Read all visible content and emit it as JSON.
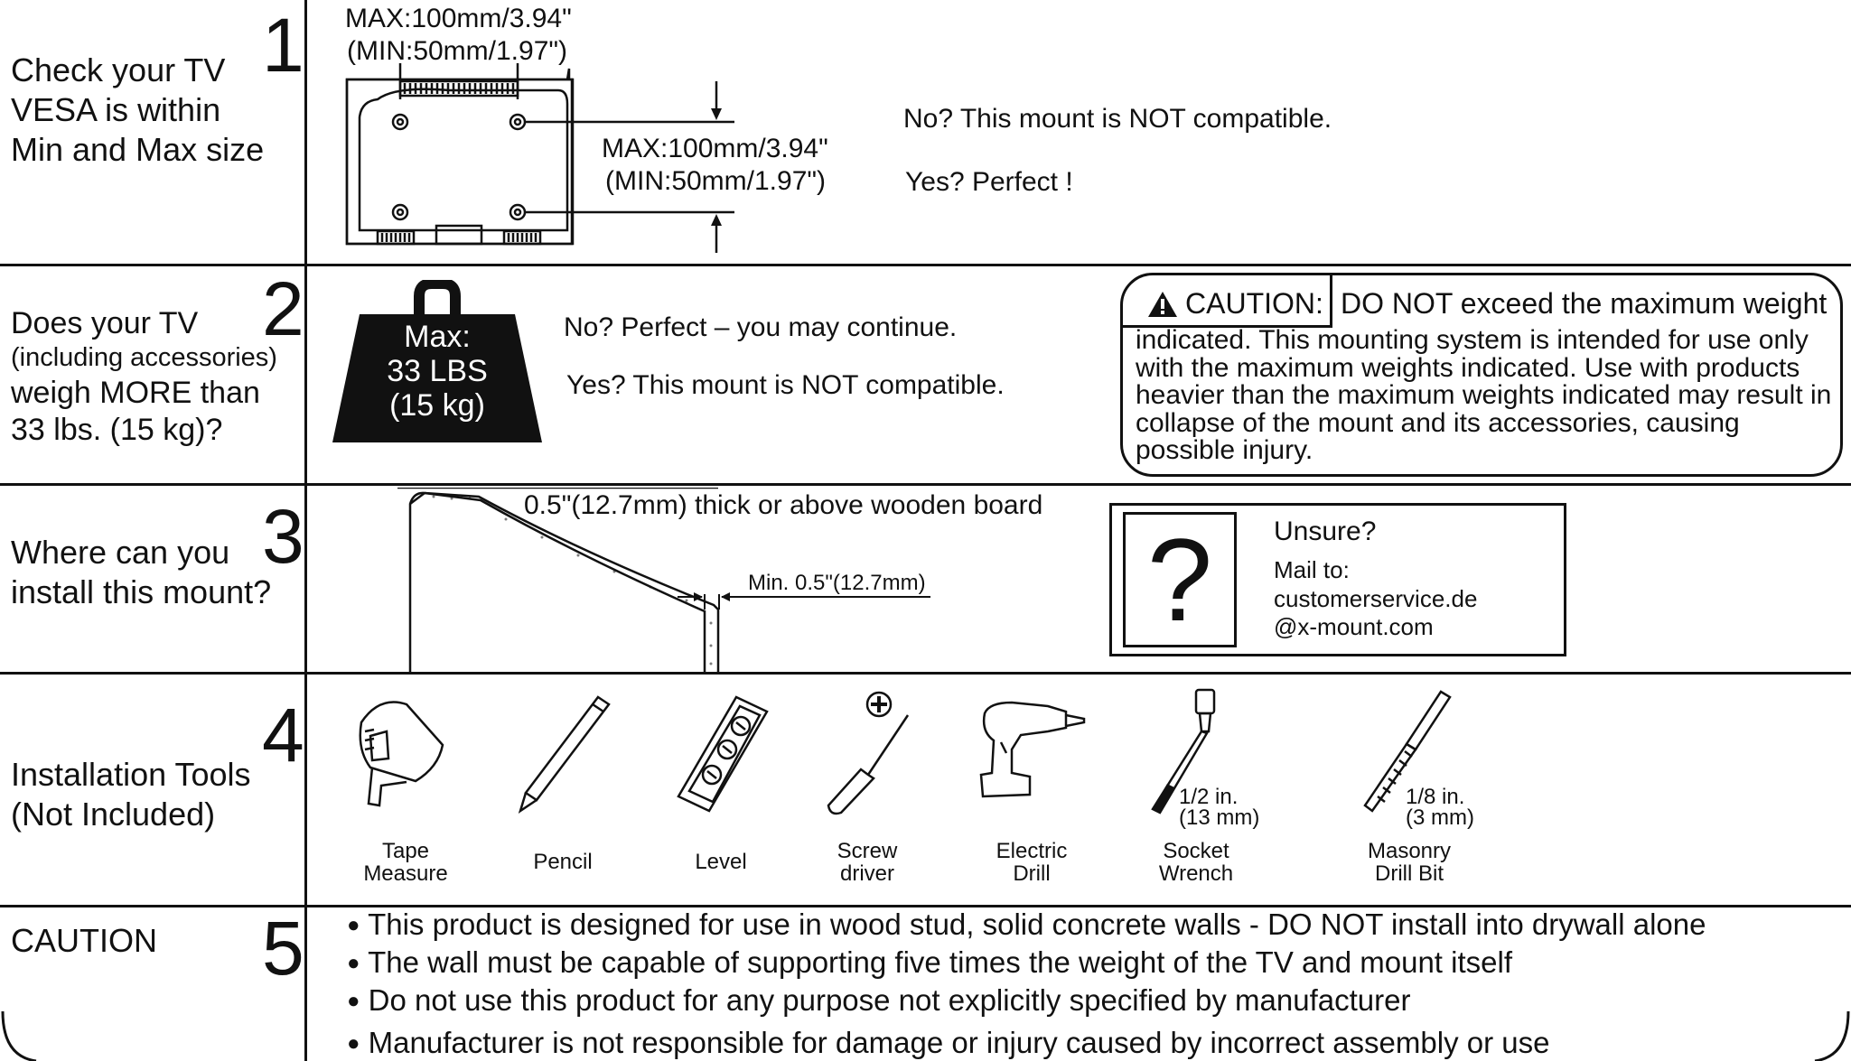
{
  "sections": [
    {
      "number": "1",
      "label_lines": [
        "Check your TV",
        "VESA is within",
        "Min and Max size"
      ]
    },
    {
      "number": "2",
      "label_lines": [
        "Does your TV",
        "(including accessories)",
        "weigh MORE than",
        "33 lbs. (15 kg)?"
      ]
    },
    {
      "number": "3",
      "label_lines": [
        "Where can you",
        "install this mount?"
      ]
    },
    {
      "number": "4",
      "label_lines": [
        "Installation Tools",
        "(Not Included)"
      ]
    },
    {
      "number": "5",
      "label_lines": [
        "CAUTION"
      ]
    }
  ],
  "vesa": {
    "top_max": "MAX:100mm/3.94\"",
    "top_min": "(MIN:50mm/1.97\")",
    "side_max": "MAX:100mm/3.94\"",
    "side_min": "(MIN:50mm/1.97\")",
    "no_text": "No? This mount is NOT compatible.",
    "yes_text": "Yes? Perfect !"
  },
  "weight": {
    "icon_line1": "Max:",
    "icon_line2": "33 LBS",
    "icon_line3": "(15 kg)",
    "no_text": "No? Perfect – you may continue.",
    "yes_text": "Yes? This mount is NOT compatible.",
    "caution_title": "CAUTION:",
    "caution_lead": "DO NOT exceed the maximum weight",
    "caution_body": "indicated. This mounting system is intended for use only with the maximum weights indicated. Use with products heavier than the maximum weights indicated may result in collapse of the mount and its accessories, causing possible injury."
  },
  "install": {
    "board_label": "0.5\"(12.7mm) thick or above wooden board",
    "min_label": "Min. 0.5\"(12.7mm)",
    "unsure_title": "Unsure?",
    "mail_to": "Mail to:",
    "email_line1": "customerservice.de",
    "email_line2": "@x-mount.com",
    "question_mark": "?"
  },
  "tools": [
    {
      "label_lines": [
        "Tape",
        "Measure"
      ],
      "icon": "tape-measure-icon"
    },
    {
      "label_lines": [
        "Pencil"
      ],
      "icon": "pencil-icon"
    },
    {
      "label_lines": [
        "Level"
      ],
      "icon": "level-icon"
    },
    {
      "label_lines": [
        "Screw",
        "driver"
      ],
      "icon": "screwdriver-icon"
    },
    {
      "label_lines": [
        "Electric",
        "Drill"
      ],
      "icon": "electric-drill-icon"
    },
    {
      "label_lines": [
        "Socket",
        "Wrench"
      ],
      "icon": "socket-wrench-icon",
      "size_line1": "1/2 in.",
      "size_line2": "(13 mm)"
    },
    {
      "label_lines": [
        "Masonry",
        "Drill Bit"
      ],
      "icon": "drill-bit-icon",
      "size_line1": "1/8 in.",
      "size_line2": "(3 mm)"
    }
  ],
  "caution_bullets": [
    "This product is designed for use in wood stud, solid concrete walls - DO NOT install  into drywall alone",
    "The wall must be capable of supporting five times the weight of the TV and mount itself",
    "Do not use this product for any purpose not explicitly specified by manufacturer",
    "Manufacturer is not responsible for damage or injury caused by incorrect assembly or use"
  ],
  "bullet_char": "●",
  "colors": {
    "ink": "#111111",
    "background": "#ffffff"
  }
}
